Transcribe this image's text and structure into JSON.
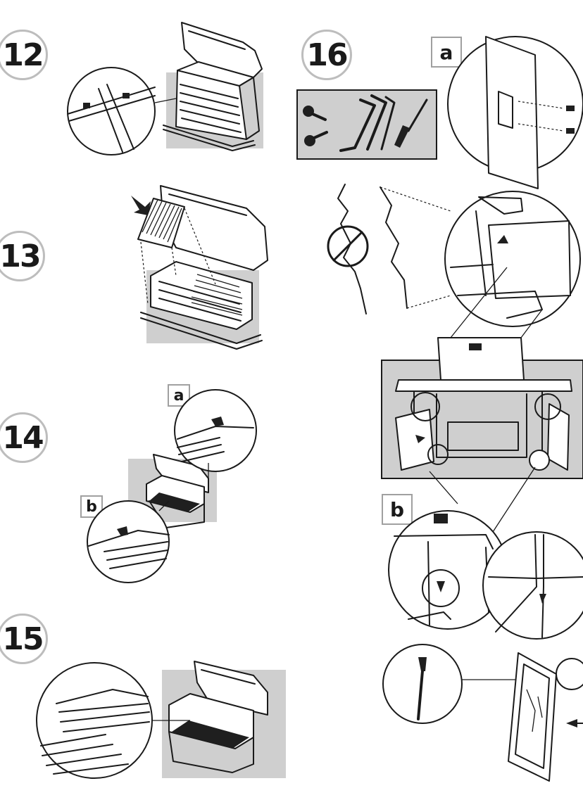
{
  "steps": [
    {
      "id": "12",
      "label": "12"
    },
    {
      "id": "13",
      "label": "13"
    },
    {
      "id": "14",
      "label": "14",
      "sub": [
        "a",
        "b"
      ]
    },
    {
      "id": "15",
      "label": "15"
    },
    {
      "id": "16",
      "label": "16",
      "sub": [
        "a",
        "b"
      ]
    }
  ],
  "icons": {
    "bolt": "bolt-icon",
    "allen_key": "allen-key-icon",
    "screwdriver": "screwdriver-icon",
    "not_allowed": "prohibited-icon"
  },
  "colors": {
    "panel_gray": "#cfcfcf",
    "ink": "#1a1a1a",
    "badge_ring": "#bdbdbd"
  }
}
